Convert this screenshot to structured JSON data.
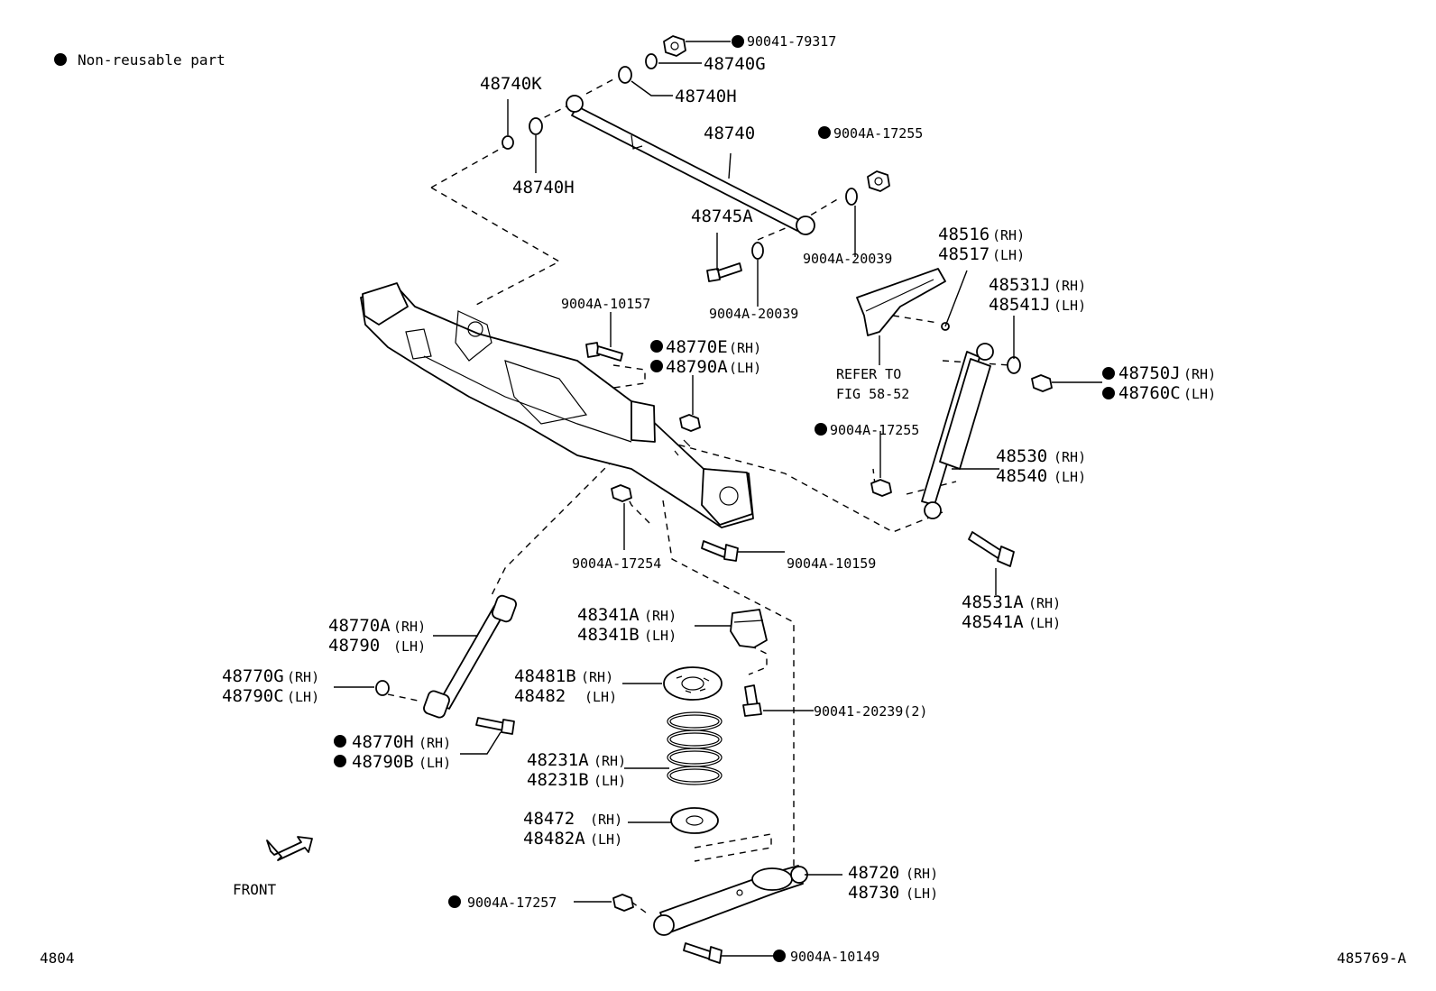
{
  "legend": {
    "text": "Non-reusable part"
  },
  "corner_left": "4804",
  "corner_right": "485769-A",
  "front_label": "FRONT",
  "refer": {
    "line1": "REFER TO",
    "line2": "FIG 58-52"
  },
  "labels": {
    "p90041_79317": "90041-79317",
    "p48740G": "48740G",
    "p48740H_top": "48740H",
    "p48740K": "48740K",
    "p48740": "48740",
    "p48740H_mid": "48740H",
    "p9004A_17255_top": "9004A-17255",
    "p48745A": "48745A",
    "p9004A_20039_r": "9004A-20039",
    "p9004A_20039_l": "9004A-20039",
    "p9004A_10157": "9004A-10157",
    "p48770E": "48770E",
    "p48790A": "48790A",
    "p48516": "48516",
    "p48517": "48517",
    "p48531J": "48531J",
    "p48541J": "48541J",
    "p48750J": "48750J",
    "p48760C": "48760C",
    "p9004A_17255_mid": "9004A-17255",
    "p48530": "48530",
    "p48540": "48540",
    "p9004A_17254": "9004A-17254",
    "p9004A_10159": "9004A-10159",
    "p48531A": "48531A",
    "p48541A": "48541A",
    "p48770A": "48770A",
    "p48790": "48790",
    "p48341A": "48341A",
    "p48341B": "48341B",
    "p48770G": "48770G",
    "p48790C": "48790C",
    "p48481B": "48481B",
    "p48482": "48482",
    "p90041_20239": "90041-20239(2)",
    "p48770H": "48770H",
    "p48790B": "48790B",
    "p48231A": "48231A",
    "p48231B": "48231B",
    "p48472": "48472",
    "p48482A": "48482A",
    "p48720": "48720",
    "p48730": "48730",
    "p9004A_17257": "9004A-17257",
    "p9004A_10149": "9004A-10149"
  },
  "suffix": {
    "rh": "(RH)",
    "lh": "(LH)"
  }
}
